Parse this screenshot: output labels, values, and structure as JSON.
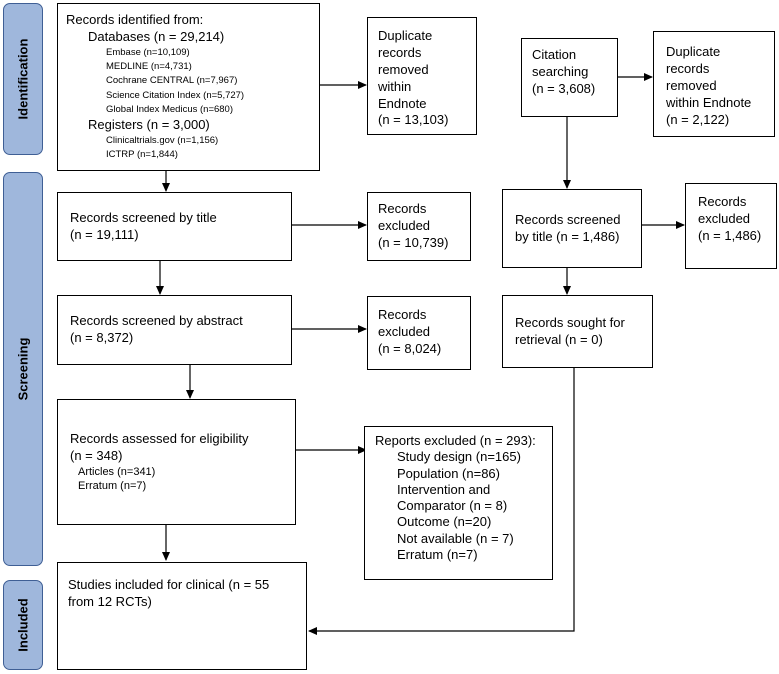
{
  "stages": {
    "identification": "Identification",
    "screening": "Screening",
    "included": "Included"
  },
  "identified": {
    "title": "Records identified from:",
    "databases": "Databases (n = 29,214)",
    "db_items": [
      "Embase (n=10,109)",
      "MEDLINE (n=4,731)",
      "Cochrane CENTRAL (n=7,967)",
      "Science Citation Index (n=5,727)",
      "Global Index Medicus (n=680)"
    ],
    "registers": "Registers (n = 3,000)",
    "reg_items": [
      "Clinicaltrials.gov (n=1,156)",
      "ICTRP (n=1,844)"
    ]
  },
  "duplicates_main": [
    "Duplicate",
    "records",
    "removed",
    "within",
    "Endnote",
    "(n = 13,103)"
  ],
  "citation": [
    "Citation",
    "searching",
    "(n = 3,608)"
  ],
  "duplicates_citation": [
    "Duplicate",
    "records removed",
    "within Endnote",
    "(n = 2,122)"
  ],
  "screened_title": [
    "Records screened by title",
    "(n = 19,111)"
  ],
  "excluded_title": [
    "Records",
    "excluded",
    "(n = 10,739)"
  ],
  "cit_screened_title": [
    "Records screened",
    "by title (n = 1,486)"
  ],
  "cit_excluded_title": [
    "Records",
    "excluded",
    "(n = 1,486)"
  ],
  "screened_abstract": [
    "Records screened by abstract",
    "(n = 8,372)"
  ],
  "excluded_abstract": [
    "Records",
    "excluded",
    "(n = 8,024)"
  ],
  "sought": [
    "Records sought for",
    "retrieval (n = 0)"
  ],
  "eligibility": {
    "lines": [
      "Records assessed for eligibility",
      "(n = 348)"
    ],
    "items": [
      "Articles (n=341)",
      "Erratum (n=7)"
    ]
  },
  "reports_excluded": {
    "title": "Reports excluded (n = 293):",
    "items": [
      "Study design (n=165)",
      "Population (n=86)",
      "Intervention and",
      "Comparator (n = 8)",
      "Outcome (n=20)",
      "Not available (n = 7)",
      "Erratum (n=7)"
    ]
  },
  "included": [
    "Studies included for clinical (n = 55",
    "from 12 RCTs)"
  ]
}
